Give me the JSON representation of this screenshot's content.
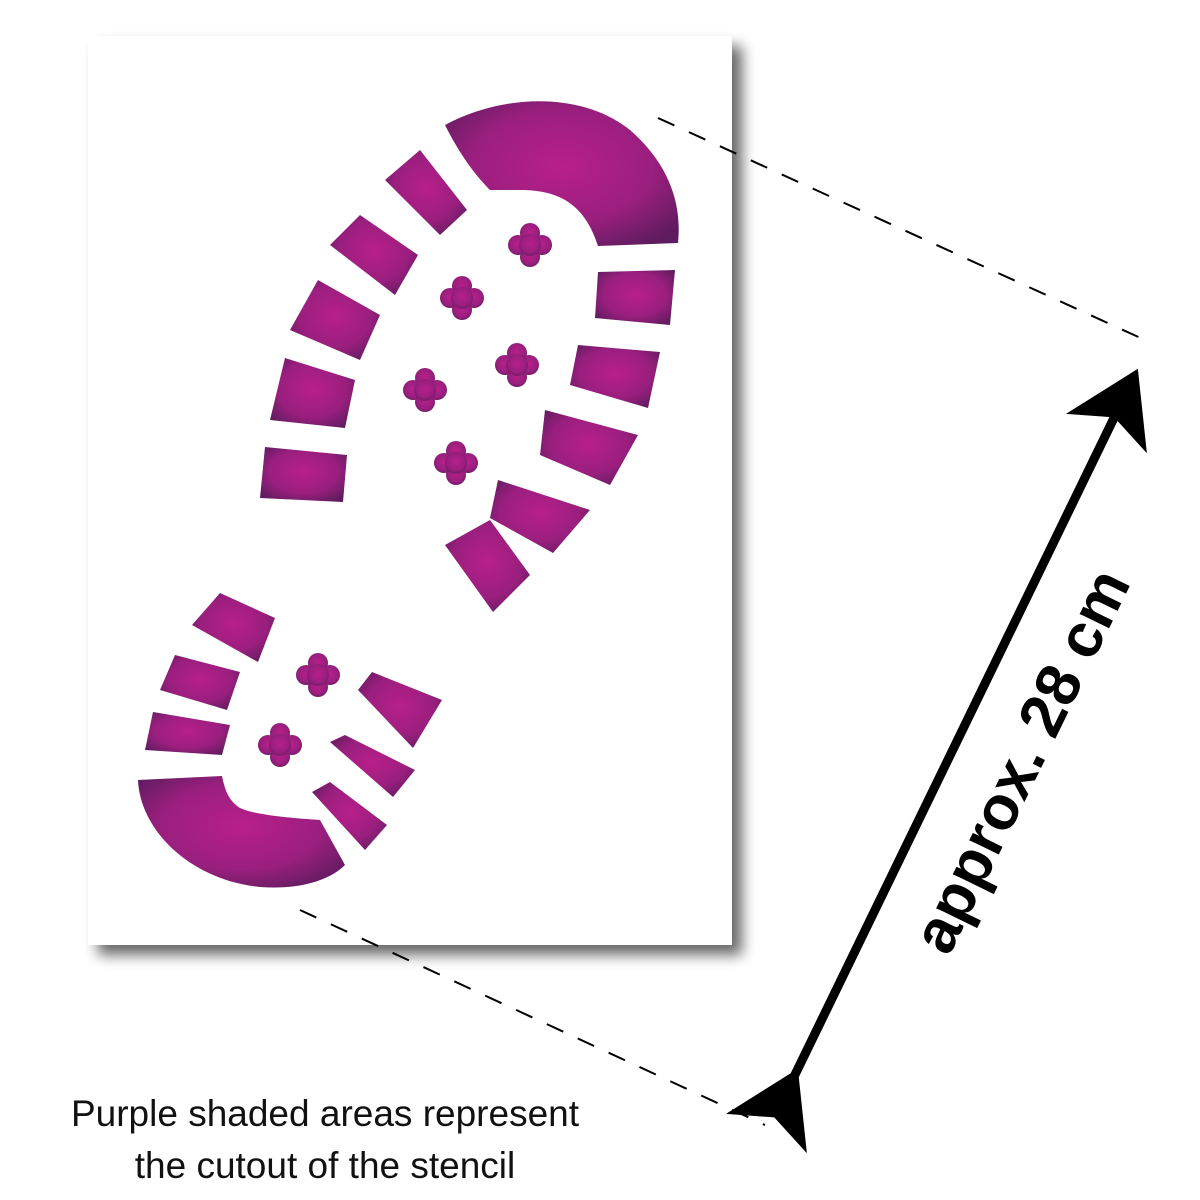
{
  "dimension": {
    "label": "approx. 28 cm"
  },
  "caption": {
    "line1": "Purple shaded areas represent",
    "line2": "the cutout of the stencil"
  },
  "colors": {
    "cutout_light": "#b81f8a",
    "cutout_dark": "#5e1c5e",
    "sheet": "#ffffff"
  }
}
